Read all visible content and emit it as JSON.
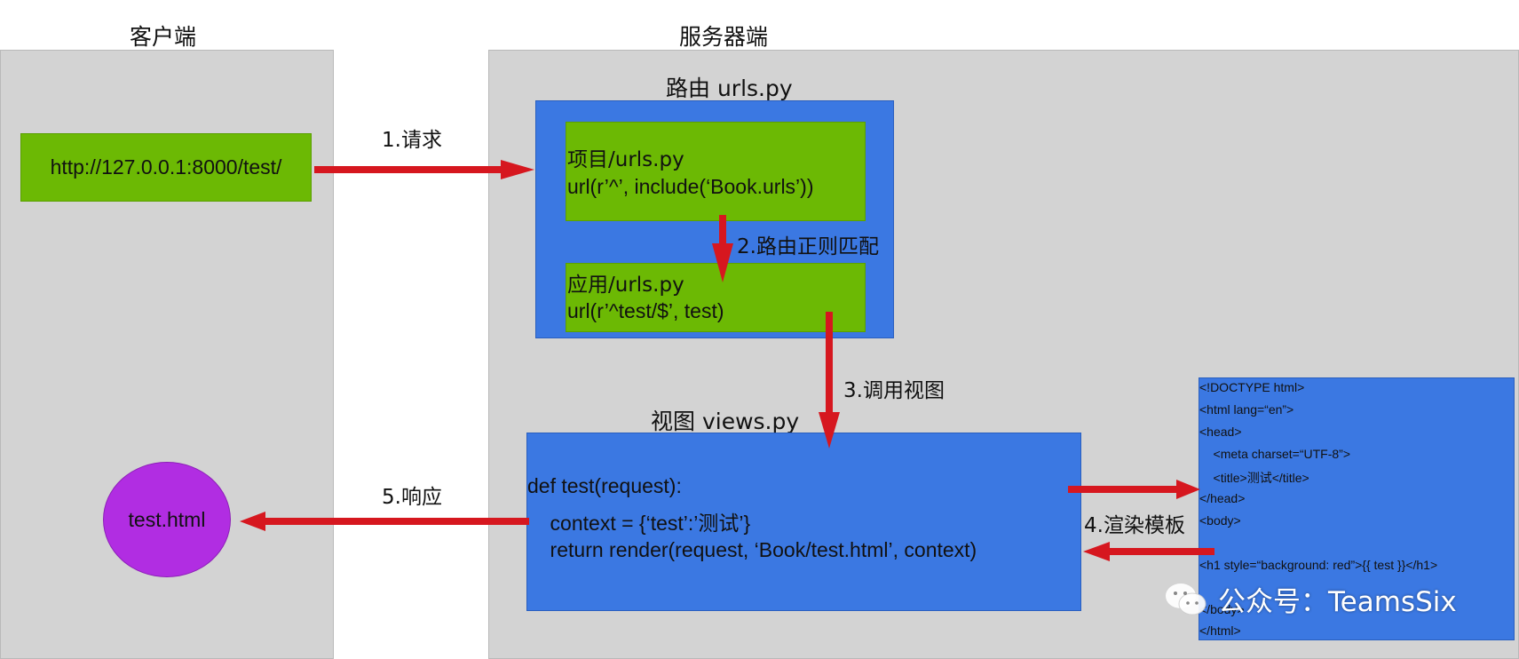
{
  "headings": {
    "client": "客户端",
    "server": "服务器端"
  },
  "client": {
    "url": "http://127.0.0.1:8000/test/",
    "response_file": "test.html"
  },
  "router": {
    "title": "路由 urls.py",
    "project_box": {
      "line1": "项目/urls.py",
      "line2": "url(r’^’, include(‘Book.urls’))"
    },
    "app_box": {
      "line1": "应用/urls.py",
      "line2": "url(r’^test/$’, test)"
    }
  },
  "view": {
    "title": "视图 views.py",
    "code": [
      "def test(request):",
      "    context = {‘test’:’测试’}",
      "    return render(request, ‘Book/test.html’, context)"
    ]
  },
  "template": {
    "lines": [
      "<!DOCTYPE html>",
      "<html lang=“en”>",
      "<head>",
      "    <meta charset=“UTF-8”>",
      "    <title>测试</title>",
      "</head>",
      "<body>",
      "",
      "<h1 style=“background: red”>{{ test }}</h1>",
      "",
      "</body>",
      "</html>"
    ]
  },
  "steps": {
    "s1": "1.请求",
    "s2": "2.路由正则匹配",
    "s3": "3.调用视图",
    "s4": "4.渲染模板",
    "s5": "5.响应"
  },
  "watermark": {
    "text": "公众号：TeamsSix",
    "icon": "wechat-icon"
  },
  "colors": {
    "panel": "#d3d3d3",
    "blue_box": "#3b78e2",
    "green_box": "#6cb904",
    "arrow": "#d6171f",
    "circle": "#b12de2"
  }
}
